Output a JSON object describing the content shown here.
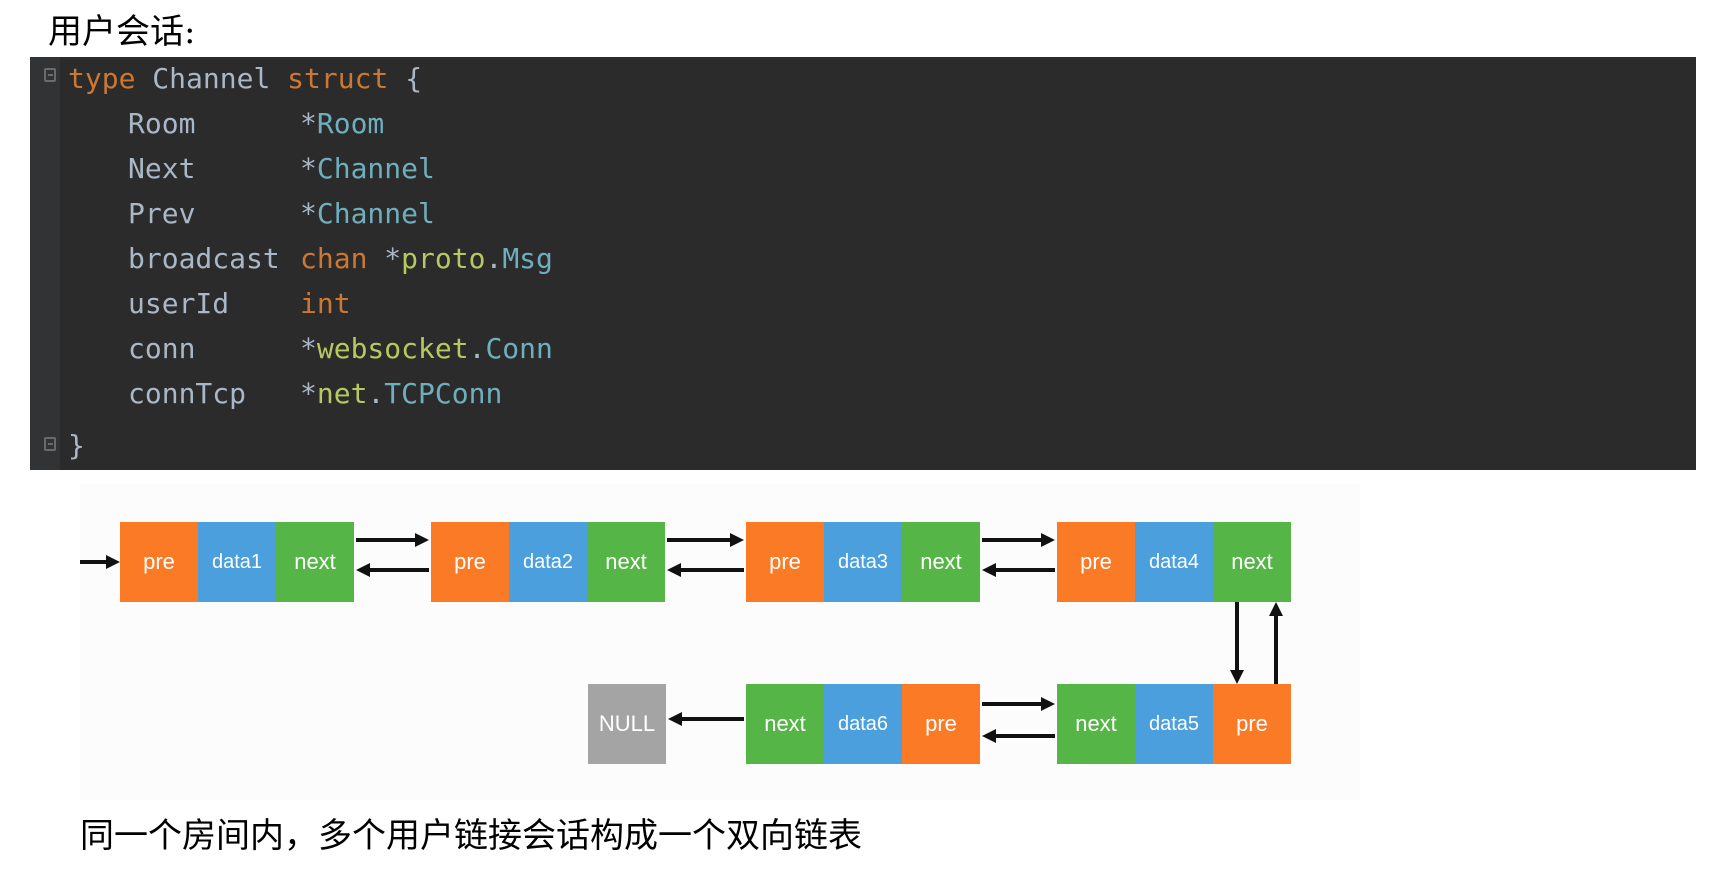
{
  "heading": "用户会话:",
  "code": {
    "line1": {
      "kw_type": "type",
      "name": "Channel",
      "kw_struct": "struct",
      "brace": "{"
    },
    "fields": [
      {
        "name": "Room",
        "ptr": "*",
        "kw": "",
        "pkg": "",
        "dot": "",
        "type": "Room"
      },
      {
        "name": "Next",
        "ptr": "*",
        "kw": "",
        "pkg": "",
        "dot": "",
        "type": "Channel"
      },
      {
        "name": "Prev",
        "ptr": "*",
        "kw": "",
        "pkg": "",
        "dot": "",
        "type": "Channel"
      },
      {
        "name": "broadcast",
        "ptr": "*",
        "kw": "chan",
        "pkg": "proto",
        "dot": ".",
        "type": "Msg"
      },
      {
        "name": "userId",
        "ptr": "",
        "kw": "int",
        "pkg": "",
        "dot": "",
        "type": ""
      },
      {
        "name": "conn",
        "ptr": "*",
        "kw": "",
        "pkg": "websocket",
        "dot": ".",
        "type": "Conn"
      },
      {
        "name": "connTcp",
        "ptr": "*",
        "kw": "",
        "pkg": "net",
        "dot": ".",
        "type": "TCPConn"
      }
    ],
    "close": "}"
  },
  "diagram": {
    "top_row": [
      {
        "pre": "pre",
        "data": "data1",
        "next": "next"
      },
      {
        "pre": "pre",
        "data": "data2",
        "next": "next"
      },
      {
        "pre": "pre",
        "data": "data3",
        "next": "next"
      },
      {
        "pre": "pre",
        "data": "data4",
        "next": "next"
      }
    ],
    "bottom_row": [
      {
        "next": "next",
        "data": "data6",
        "pre": "pre"
      },
      {
        "next": "next",
        "data": "data5",
        "pre": "pre"
      }
    ],
    "null_label": "NULL",
    "colors": {
      "pre": "#fb7a25",
      "data": "#4a9fdc",
      "next": "#56b547",
      "null": "#a4a4a4"
    }
  },
  "caption": "同一个房间内，多个用户链接会话构成一个双向链表"
}
